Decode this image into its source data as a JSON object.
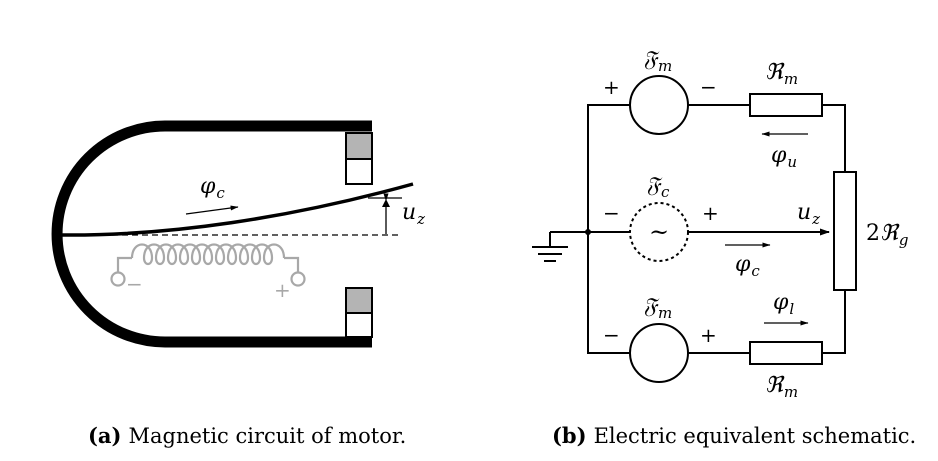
{
  "panel_a": {
    "flux_label": "φ_c",
    "flux_main": "φ",
    "flux_sub": "c",
    "displacement_label": "u_z",
    "disp_main": "u",
    "disp_sub": "z",
    "coil_minus": "−",
    "coil_plus": "+",
    "caption_tag": "(a)",
    "caption_text": "Magnetic circuit of motor."
  },
  "panel_b": {
    "mmf_top": {
      "main": "𝔉",
      "sub": "m",
      "left_sign": "+",
      "right_sign": "−"
    },
    "reluctance_top": {
      "main": "ℜ",
      "sub": "m"
    },
    "flux_top": {
      "main": "φ",
      "sub": "u"
    },
    "mmf_coil": {
      "main": "𝔉",
      "sub": "c",
      "symbol": "~",
      "left_sign": "−",
      "right_sign": "+"
    },
    "flux_coil": {
      "main": "φ",
      "sub": "c"
    },
    "displacement": {
      "main": "u",
      "sub": "z"
    },
    "gap_reluctance": {
      "prefix": "2",
      "main": "ℜ",
      "sub": "g"
    },
    "mmf_bottom": {
      "main": "𝔉",
      "sub": "m",
      "left_sign": "−",
      "right_sign": "+"
    },
    "flux_bottom": {
      "main": "φ",
      "sub": "l"
    },
    "reluctance_bottom": {
      "main": "ℜ",
      "sub": "m"
    },
    "caption_tag": "(b)",
    "caption_text": "Electric equivalent schematic."
  },
  "colors": {
    "ink": "#000000",
    "coil_gray": "#a8a8a8",
    "magnet_gray": "#b4b4b4"
  }
}
